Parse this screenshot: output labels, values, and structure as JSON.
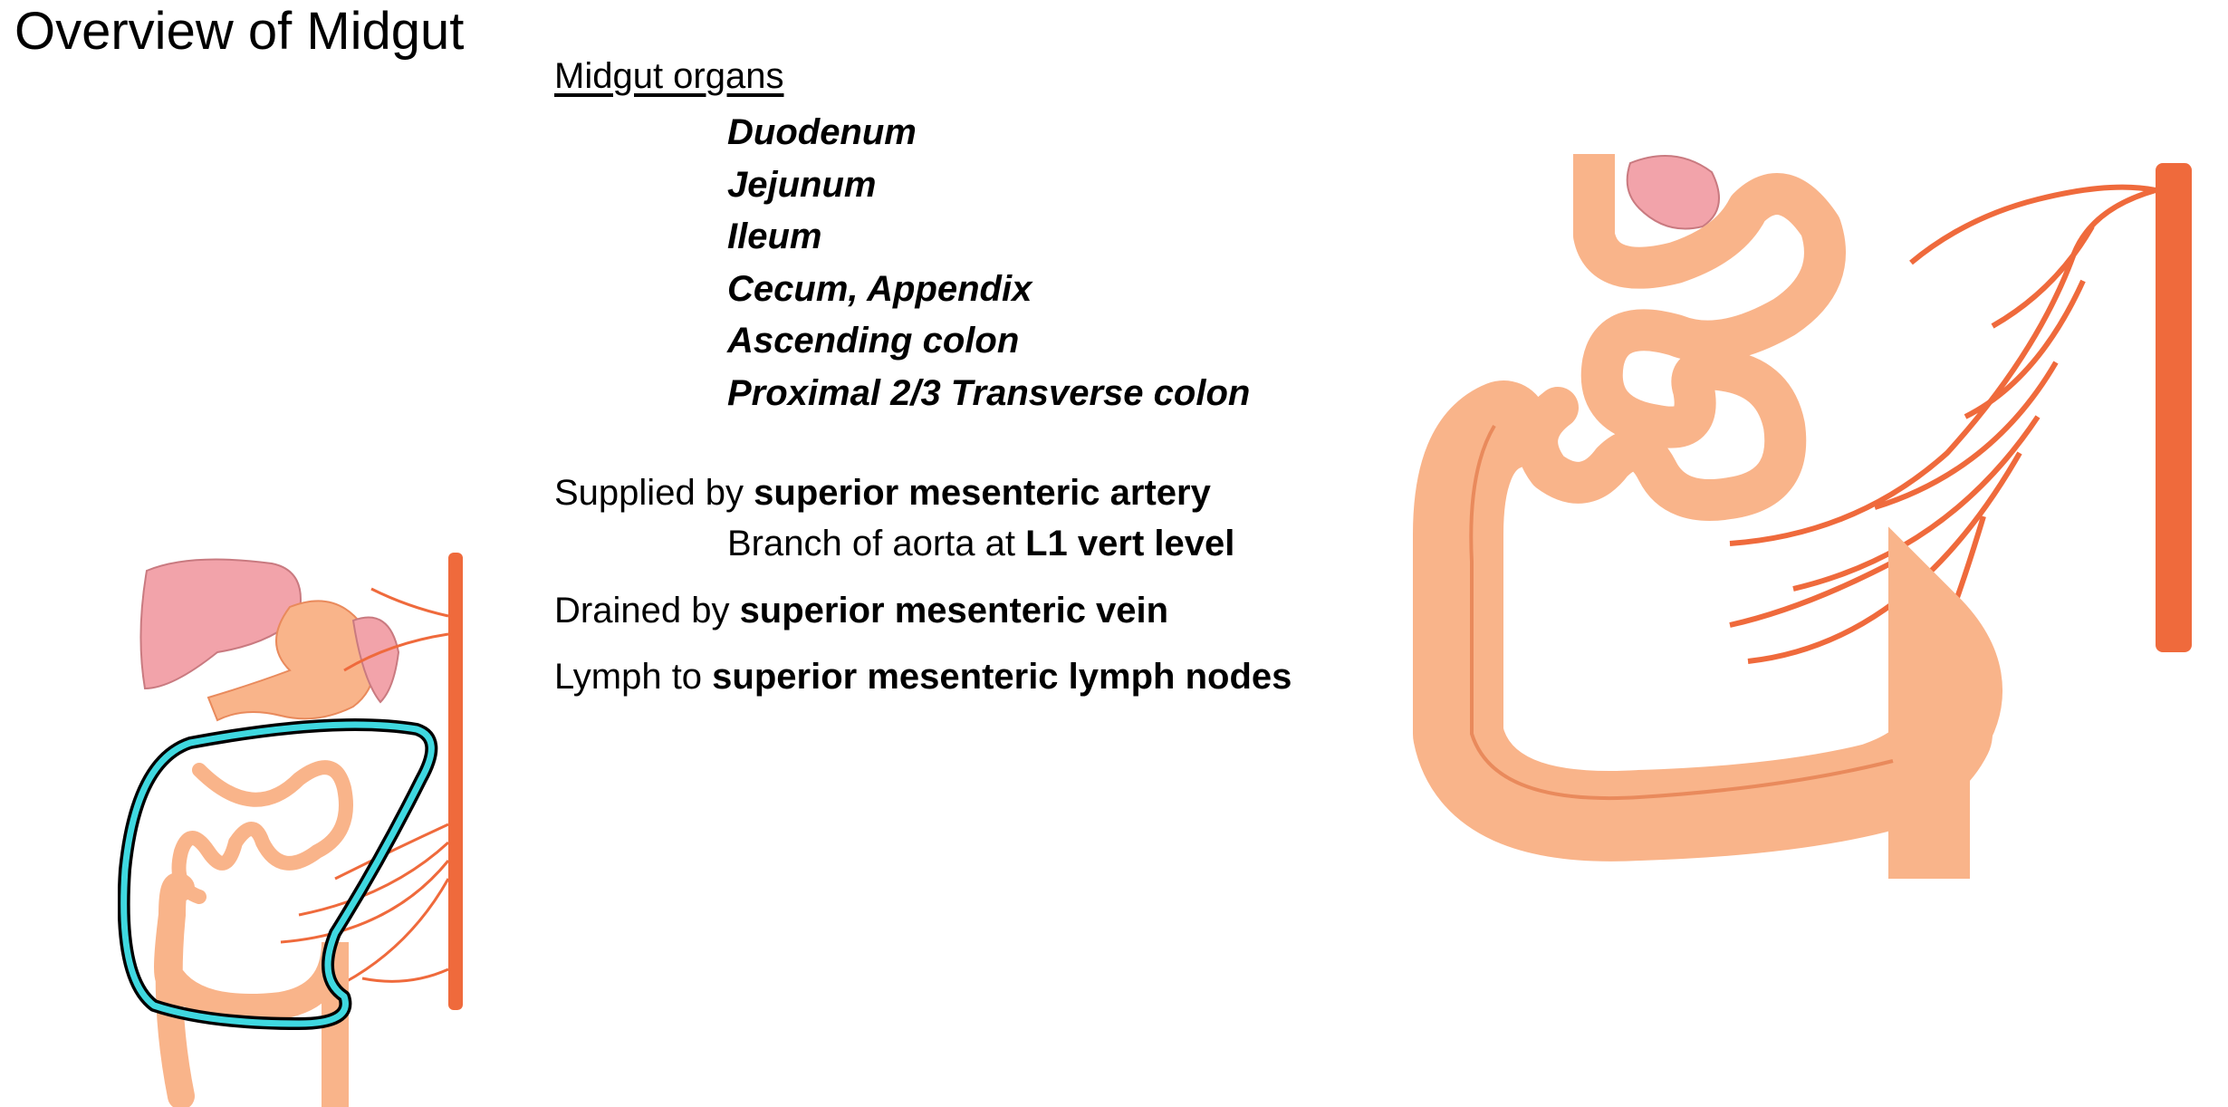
{
  "title": "Overview of Midgut",
  "organs_heading": "Midgut organs",
  "organs": [
    "Duodenum",
    "Jejunum",
    "Ileum",
    "Cecum, Appendix",
    "Ascending colon",
    "Proximal 2/3 Transverse colon"
  ],
  "supply": {
    "prefix": "Supplied by ",
    "bold": "superior mesenteric artery"
  },
  "branch": {
    "prefix": "Branch of aorta at ",
    "bold": "L1 vert level"
  },
  "drainage": {
    "prefix": "Drained by ",
    "bold": "superior mesenteric vein"
  },
  "lymph": {
    "prefix": "Lymph to ",
    "bold": "superior mesenteric lymph nodes"
  },
  "colors": {
    "artery": "#ef6a3c",
    "bowel": "#f9b48a",
    "bowel_outline": "#e98a5c",
    "liver": "#f2a3aa",
    "highlight": "#3fd8e0"
  }
}
